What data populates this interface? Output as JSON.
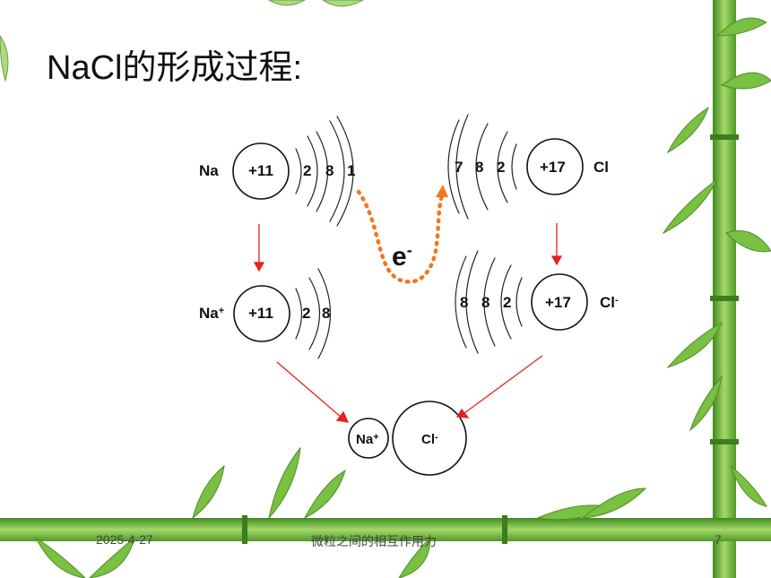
{
  "slide": {
    "title": "NaCl的形成过程:",
    "na_atom": {
      "symbol": "Na",
      "nucleus": "+11",
      "shells": [
        "2",
        "8",
        "1"
      ]
    },
    "cl_atom": {
      "symbol": "Cl",
      "nucleus": "+17",
      "shells": [
        "7",
        "8",
        "2"
      ]
    },
    "na_ion": {
      "symbol": "Na",
      "charge": "+",
      "nucleus": "+11",
      "shells": [
        "2",
        "8"
      ]
    },
    "cl_ion": {
      "symbol": "Cl",
      "charge": "-",
      "nucleus": "+17",
      "shells": [
        "8",
        "8",
        "2"
      ]
    },
    "electron": {
      "symbol": "e",
      "charge": "-"
    },
    "product": {
      "cation": "Na",
      "cation_charge": "+",
      "anion": "Cl",
      "anion_charge": "-"
    }
  },
  "footer": {
    "date": "2025-4-27",
    "subject": "微粒之间的相互作用力",
    "page": "7"
  },
  "colors": {
    "arrow": "#e82020",
    "electron_path": "#f07820",
    "bamboo": "#6fb83a"
  }
}
